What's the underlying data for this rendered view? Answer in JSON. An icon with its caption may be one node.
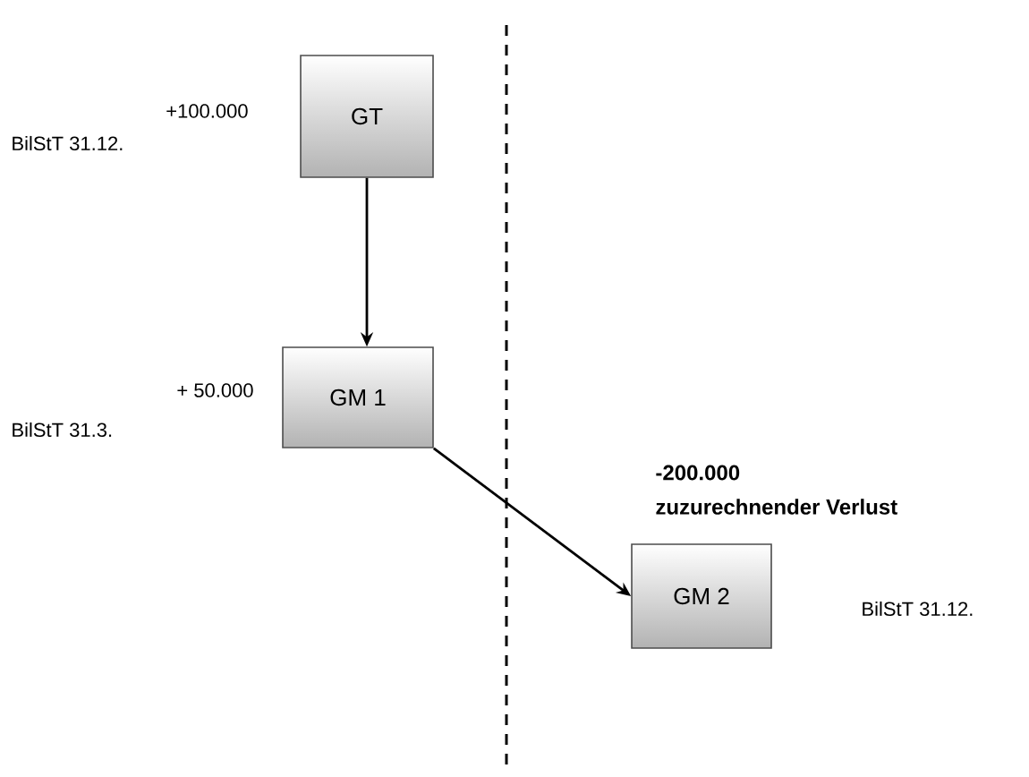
{
  "diagram": {
    "nodes": [
      {
        "text": [
          "GT"
        ],
        "beside": [
          "+100.000",
          "BilStT 31.12."
        ]
      },
      {
        "text": [
          "GM 1"
        ],
        "beside": [
          "+ 50.000",
          "BilStT 31.3."
        ]
      },
      {
        "text": [
          "GM 2"
        ],
        "beside": [
          "-200.000",
          "zuzurechnender Verlust"
        ]
      }
    ],
    "edges": [
      {
        "from": 0,
        "to": 1,
        "arrow": "to"
      },
      {
        "from": 1,
        "to": 2,
        "arrow": "to"
      }
    ],
    "labels": [
      "BilStT 31.12."
    ]
  }
}
